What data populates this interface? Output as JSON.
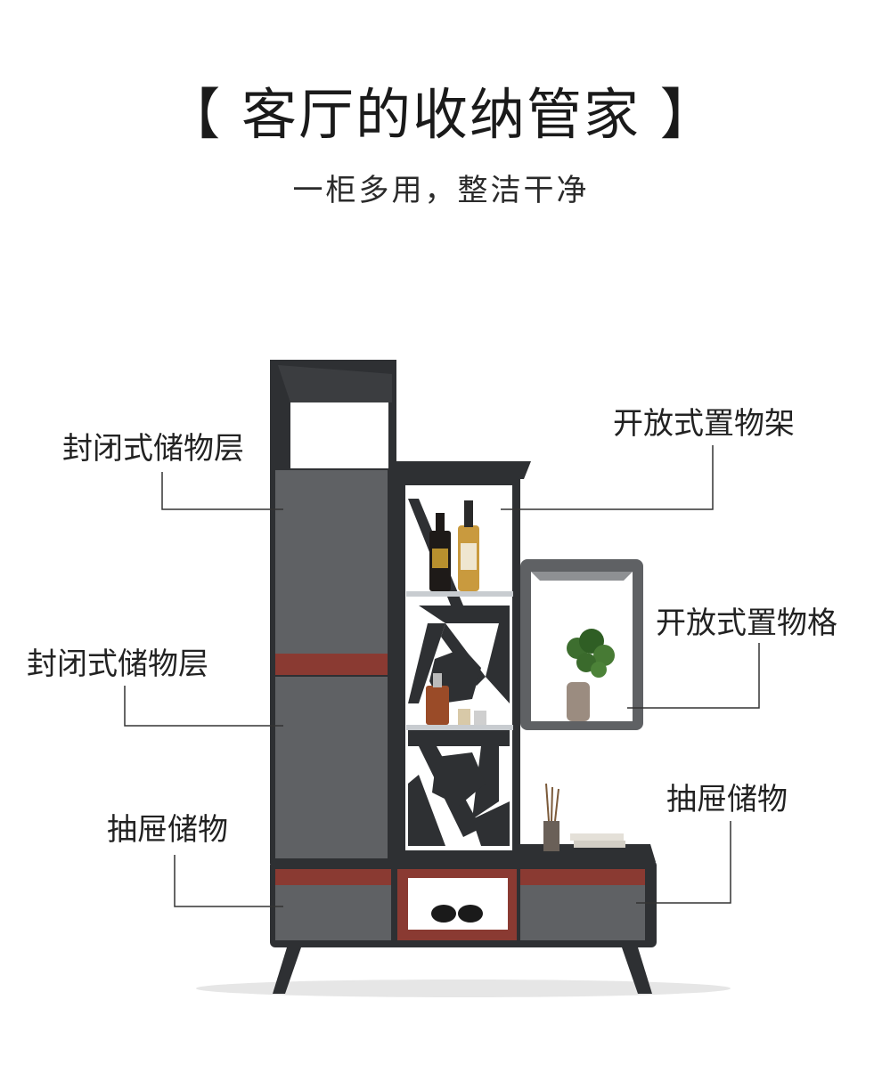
{
  "header": {
    "title": "【 客厅的收纳管家 】",
    "subtitle": "一柜多用，整洁干净"
  },
  "callouts": [
    {
      "text": "封闭式储物层"
    },
    {
      "text": "封闭式储物层"
    },
    {
      "text": "抽屉储物"
    },
    {
      "text": "开放式置物架"
    },
    {
      "text": "开放式置物格"
    },
    {
      "text": "抽屉储物"
    }
  ],
  "colors": {
    "frame": "#2f3134",
    "panel": "#5c5e61",
    "accent": "#8a3a32",
    "leader": "#333333"
  }
}
